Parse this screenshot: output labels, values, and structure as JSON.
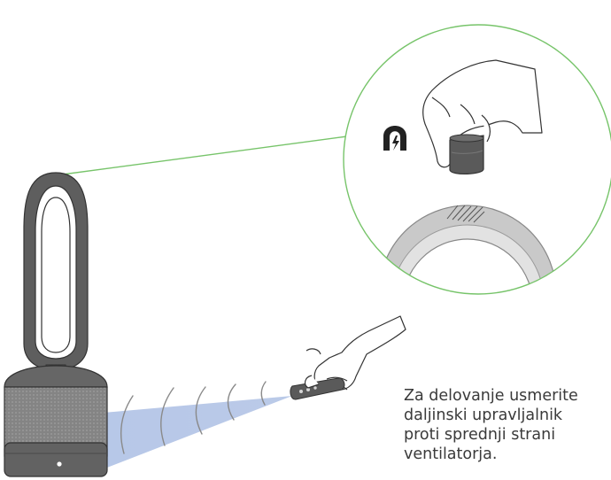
{
  "instruction": {
    "lines": [
      "Za delovanje usmerite",
      "daljinski upravljalnik",
      "proti sprednji strani",
      "ventilatorja."
    ]
  },
  "icons": {
    "detail": "magnet-icon",
    "product": "fan-heater-purifier-icon",
    "remote": "remote-control-icon"
  },
  "colors": {
    "callout": "#77c46a",
    "signal_beam": "#b3c4e6",
    "device": "#5e5e5e"
  }
}
